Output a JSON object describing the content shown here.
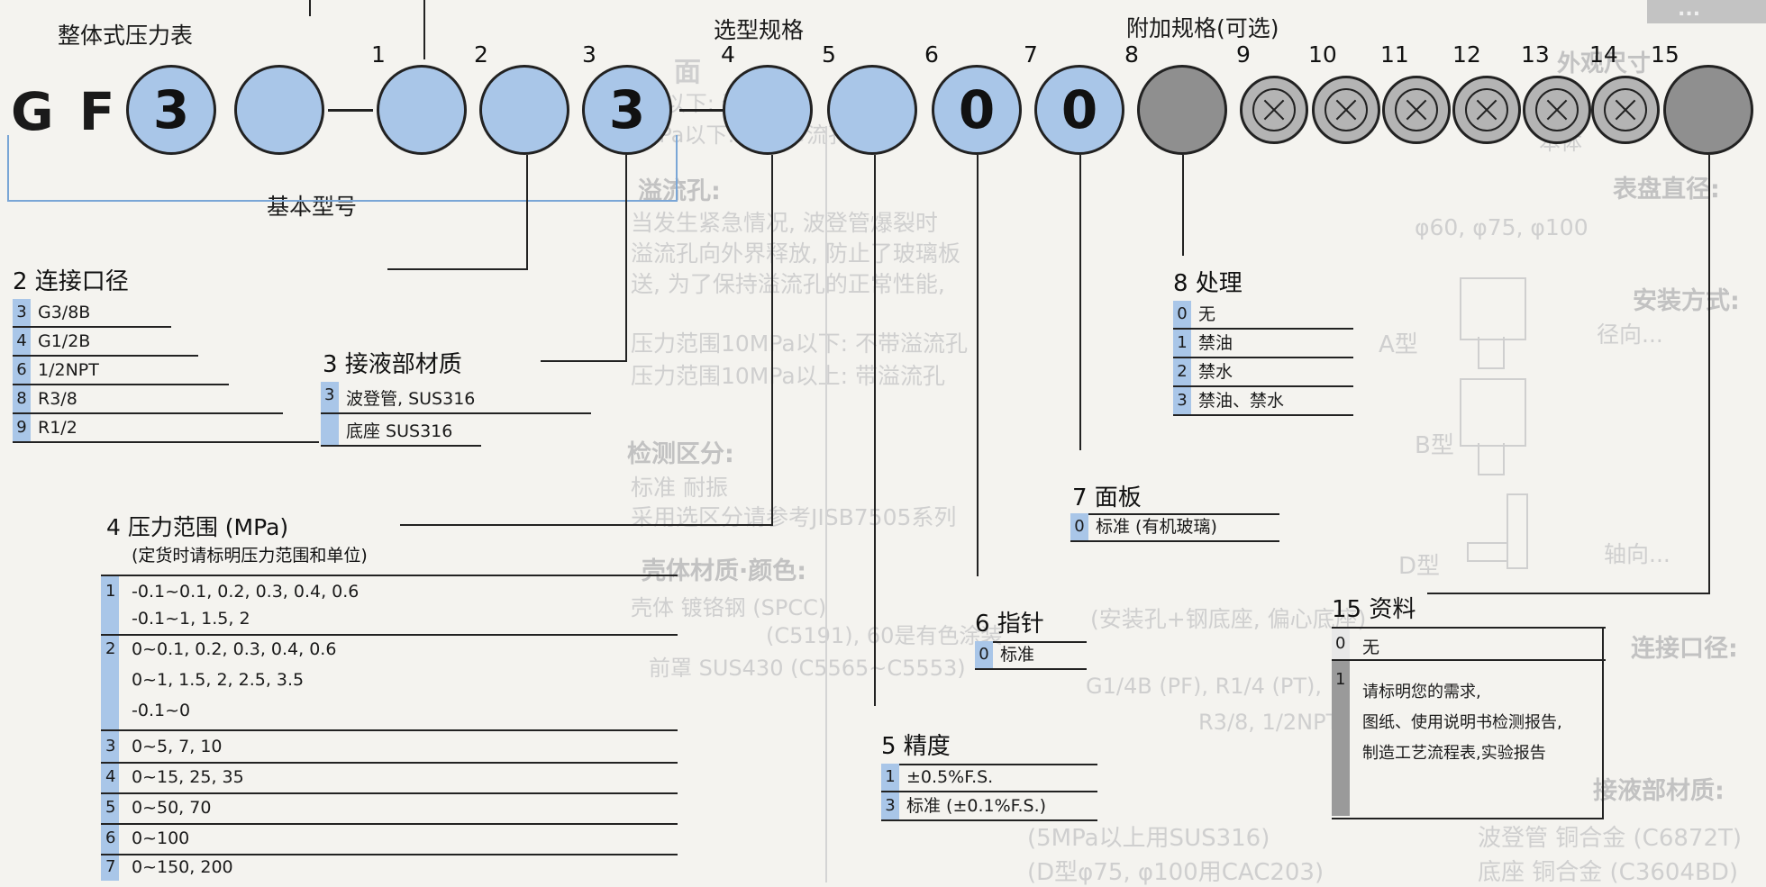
{
  "header": {
    "series_label": "整体式压力表",
    "base_model_label": "基本型号",
    "spec_label": "选型规格",
    "extra_label": "附加规格(可选)",
    "top_right_tab": "...",
    "model_prefix": "G F",
    "circle_values": [
      "3",
      "",
      "",
      "",
      "3",
      "",
      "",
      "0",
      "0",
      "",
      "",
      "",
      "",
      "",
      "",
      "",
      ""
    ],
    "position_numbers": [
      "1",
      "2",
      "3",
      "4",
      "5",
      "6",
      "7",
      "8",
      "9",
      "10",
      "11",
      "12",
      "13",
      "14",
      "15"
    ]
  },
  "sections": {
    "connection": {
      "title": "2 连接口径",
      "options": [
        {
          "code": "3",
          "text": "G3/8B"
        },
        {
          "code": "4",
          "text": "G1/2B"
        },
        {
          "code": "6",
          "text": "1/2NPT"
        },
        {
          "code": "8",
          "text": "R3/8"
        },
        {
          "code": "9",
          "text": "R1/2"
        }
      ]
    },
    "material": {
      "title": "3 接液部材质",
      "code": "3",
      "lines": [
        "波登管, SUS316",
        "底座 SUS316"
      ]
    },
    "pressure": {
      "title": "4 压力范围 (MPa)",
      "note": "(定货时请标明压力范围和单位)",
      "options": [
        {
          "code": "1",
          "lines": [
            "-0.1~0.1, 0.2, 0.3, 0.4, 0.6",
            "-0.1~1, 1.5, 2"
          ]
        },
        {
          "code": "2",
          "lines": [
            "0~0.1, 0.2, 0.3, 0.4, 0.6",
            "0~1, 1.5, 2, 2.5, 3.5",
            "-0.1~0"
          ]
        },
        {
          "code": "3",
          "lines": [
            "0~5, 7, 10"
          ]
        },
        {
          "code": "4",
          "lines": [
            "0~15, 25, 35"
          ]
        },
        {
          "code": "5",
          "lines": [
            "0~50, 70"
          ]
        },
        {
          "code": "6",
          "lines": [
            "0~100"
          ]
        },
        {
          "code": "7",
          "lines": [
            "0~150, 200"
          ]
        }
      ]
    },
    "accuracy": {
      "title": "5 精度",
      "options": [
        {
          "code": "1",
          "text": "±0.5%F.S."
        },
        {
          "code": "3",
          "text": "标准 (±0.1%F.S.)"
        }
      ]
    },
    "pointer": {
      "title": "6 指针",
      "options": [
        {
          "code": "0",
          "text": "标准"
        }
      ]
    },
    "panel": {
      "title": "7 面板",
      "options": [
        {
          "code": "0",
          "text": "标准 (有机玻璃)"
        }
      ]
    },
    "treatment": {
      "title": "8 处理",
      "options": [
        {
          "code": "0",
          "text": "无"
        },
        {
          "code": "1",
          "text": "禁油"
        },
        {
          "code": "2",
          "text": "禁水"
        },
        {
          "code": "3",
          "text": "禁油、禁水"
        }
      ]
    },
    "documents": {
      "title": "15 资料",
      "options": [
        {
          "code": "0",
          "lines": [
            "无"
          ]
        },
        {
          "code": "1",
          "lines": [
            "请标明您的需求,",
            "图纸、使用说明书检测报告,",
            "制造工艺流程表,实验报告"
          ]
        }
      ]
    }
  },
  "background_text": {
    "left": [
      "面",
      "MPa以下: 无节流孔",
      "10MPa以下: 内有节流孔",
      "溢流孔:",
      "当发生紧急情况, 波登管爆裂时",
      "溢流孔向外界释放, 防止了玻璃板",
      "送, 为了保持溢流孔的正常性能,",
      "压力范围10MPa以下: 不带溢流孔",
      "压力范围10MPa以上: 带溢流孔",
      "检测区分:",
      "标准  耐振",
      "采用选区分请参考JISB7505系列",
      "壳体材质·颜色:",
      "壳体  镀铬钢 (SPCC)",
      "(C5191), 60是有色涂装",
      "前罩  SUS430 (C5565~C5553)"
    ],
    "right": [
      "外观尺寸",
      "本体",
      "表盘直径:",
      "φ60, φ75, φ100",
      "安装方式:",
      "径向...",
      "A型",
      "B型",
      "D型",
      "轴向...",
      "(安装孔+钢底座, 偏心底座)",
      "连接口径:",
      "G1/4B (PF), R1/4 (PT),",
      "R3/8, 1/2NPT",
      "接液部材质:",
      "波登管  铜合金 (C6872T)",
      "底座  铜合金 (C3604BD)",
      "(5MPa以上用SUS316)",
      "(D型φ75, φ100用CAC203)"
    ]
  }
}
